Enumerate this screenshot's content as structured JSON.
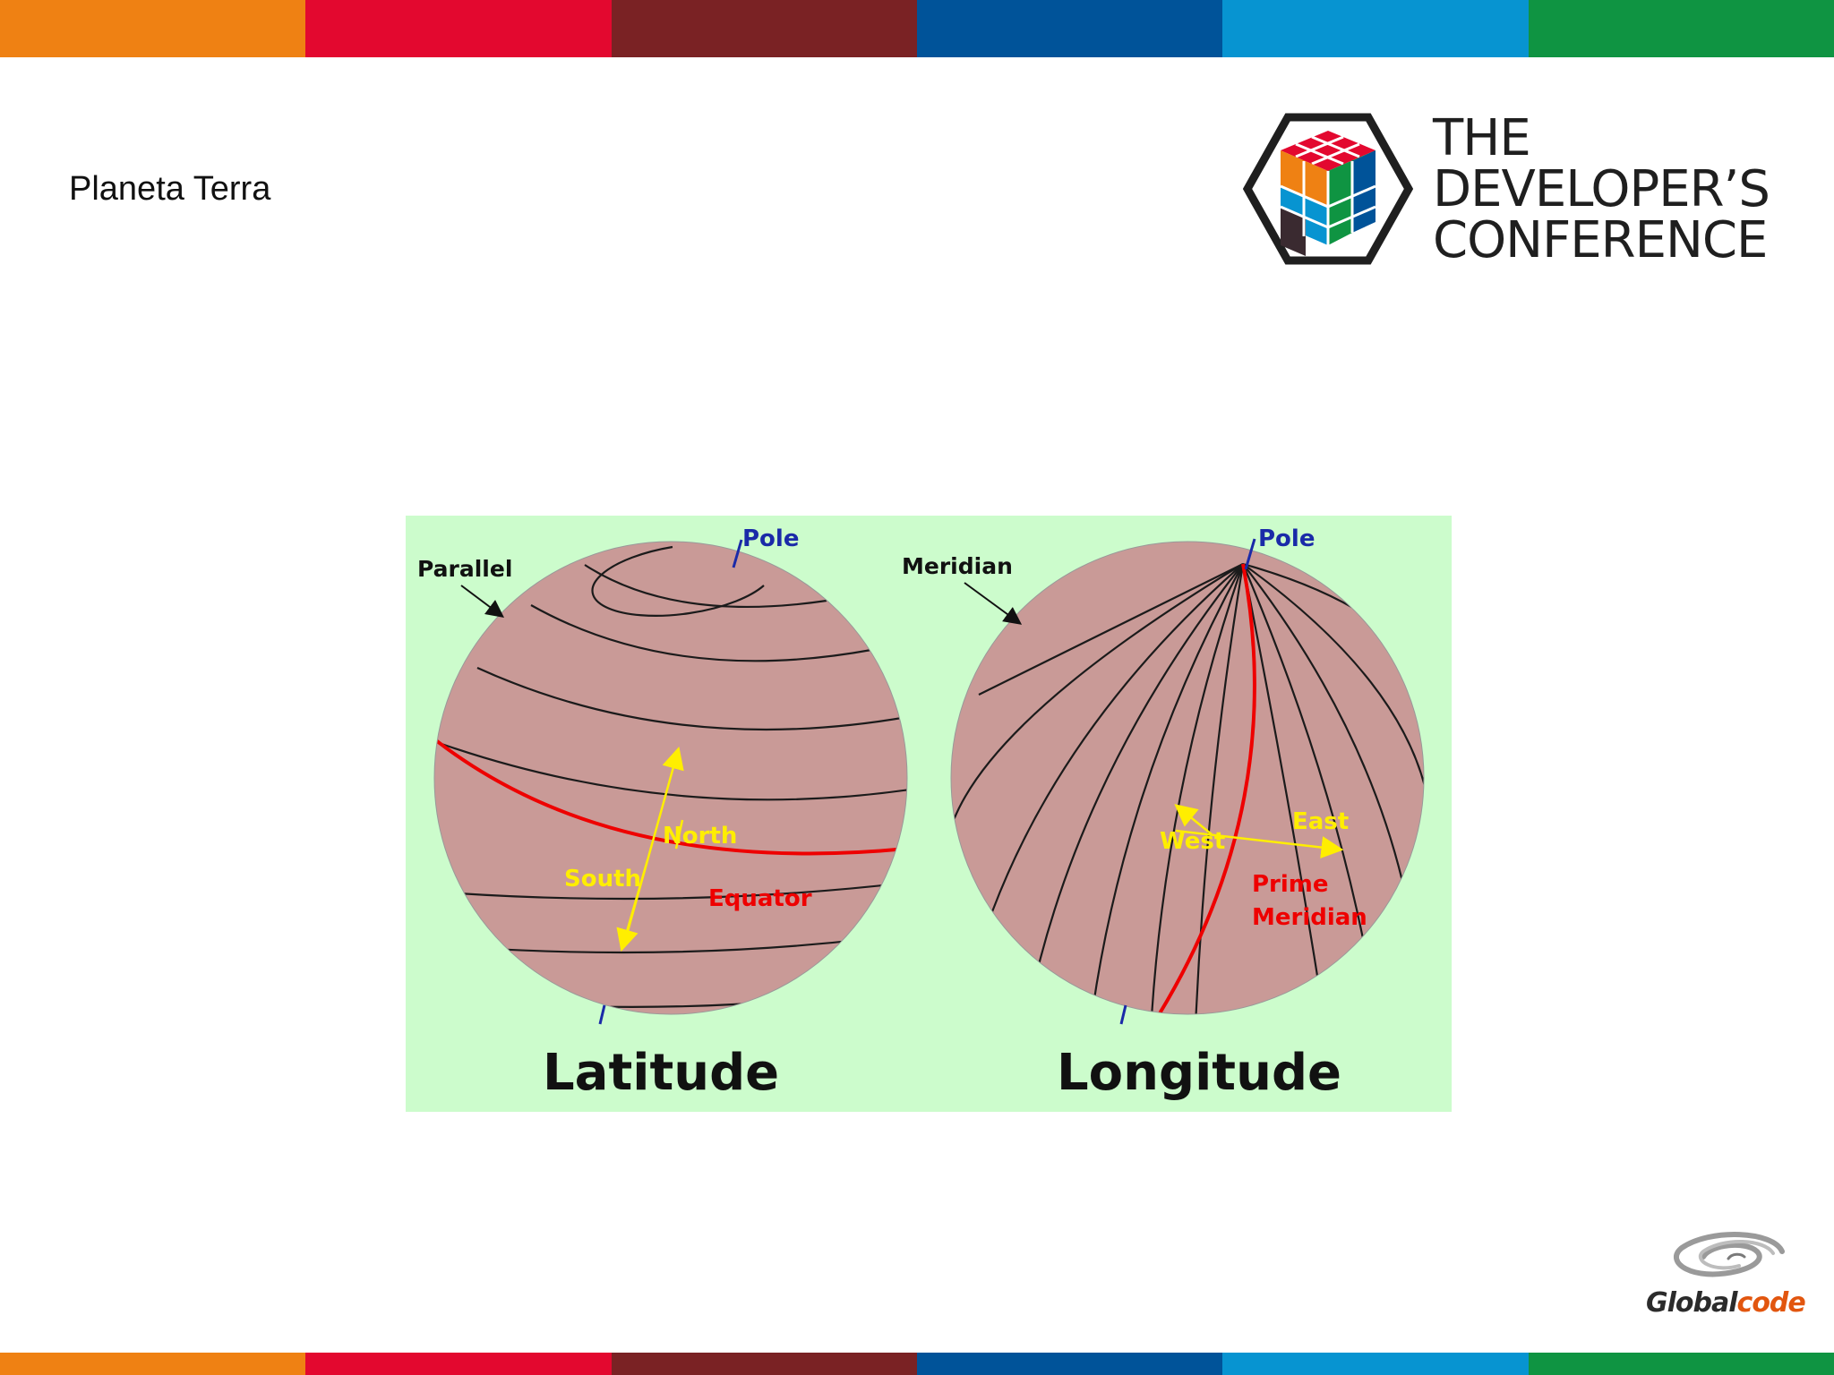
{
  "slide": {
    "title": "Planeta Terra",
    "brand_colors": [
      "#ef8113",
      "#e3082f",
      "#7a2224",
      "#005399",
      "#0794d1",
      "#0f9442"
    ]
  },
  "logo": {
    "lines": [
      "THE",
      "DEVELOPER’S",
      "CONFERENCE"
    ]
  },
  "diagram": {
    "latitude": {
      "title": "Latitude",
      "pole": "Pole",
      "parallel": "Parallel",
      "north": "North",
      "south": "South",
      "equator": "Equator"
    },
    "longitude": {
      "title": "Longitude",
      "pole": "Pole",
      "meridian": "Meridian",
      "west": "West",
      "east": "East",
      "prime_line1": "Prime",
      "prime_line2": "Meridian"
    },
    "colors": {
      "background": "#ccfccc",
      "globe": "#c99a97",
      "equator": "#ee0000",
      "arrows": "#ffee00",
      "pole": "#1a2aa8"
    }
  },
  "footer_logo": {
    "brand_part1": "Global",
    "brand_part2": "code",
    "color1": "#2b2b2b",
    "color2": "#e2560f"
  }
}
